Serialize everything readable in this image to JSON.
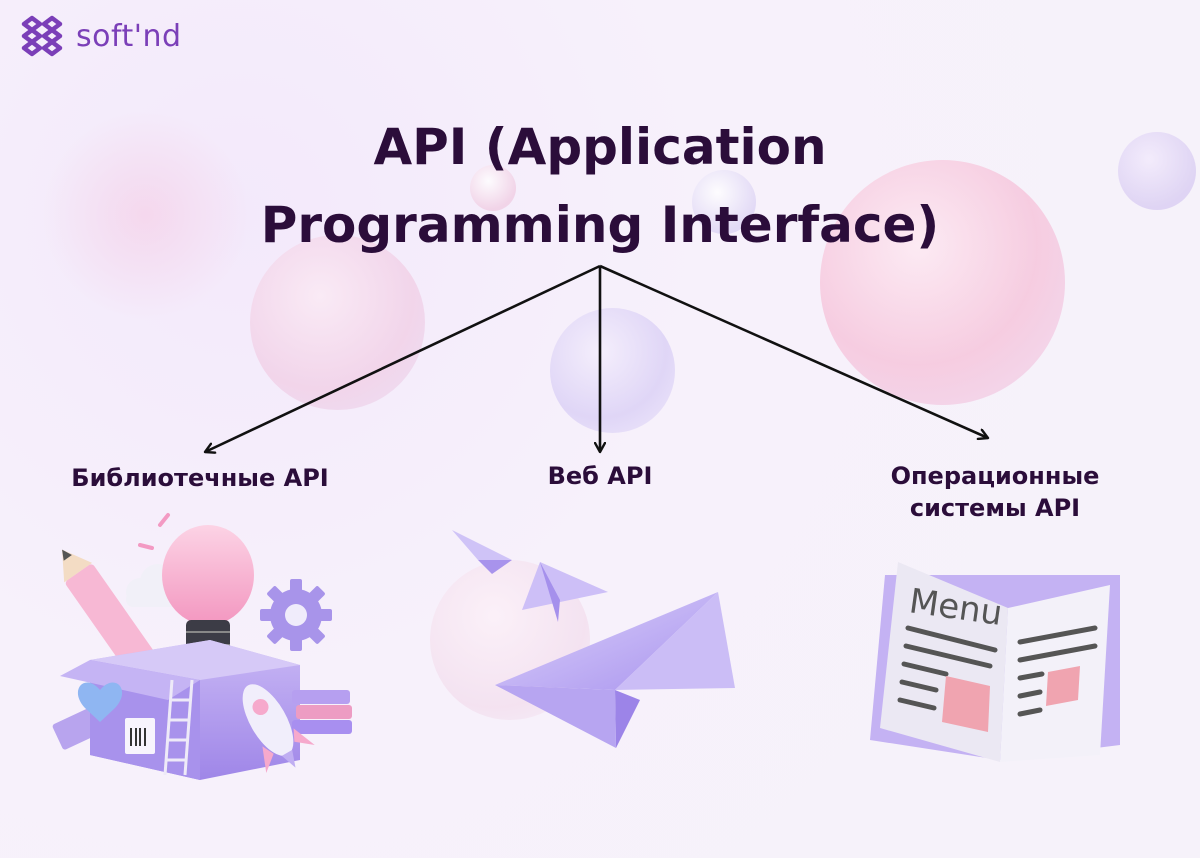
{
  "brand": {
    "name": "soft'nd",
    "icon": "softnd-logo-icon",
    "color": "#7b3fb8"
  },
  "title": {
    "line1": "API (Application",
    "line2": "Programming Interface)"
  },
  "branches": [
    {
      "label": "Библиотечные API",
      "icon": "lightbulb-box-icon"
    },
    {
      "label": "Веб API",
      "icon": "paper-plane-icon"
    },
    {
      "label_line1": "Операционные",
      "label_line2": "системы API",
      "icon": "menu-document-icon"
    }
  ],
  "illustrations": {
    "menu_word": "Menu"
  },
  "colors": {
    "text": "#2b0d3a",
    "accent": "#7b3fb8",
    "lavender": "#b9a6ee",
    "pink": "#f4a3c7"
  }
}
